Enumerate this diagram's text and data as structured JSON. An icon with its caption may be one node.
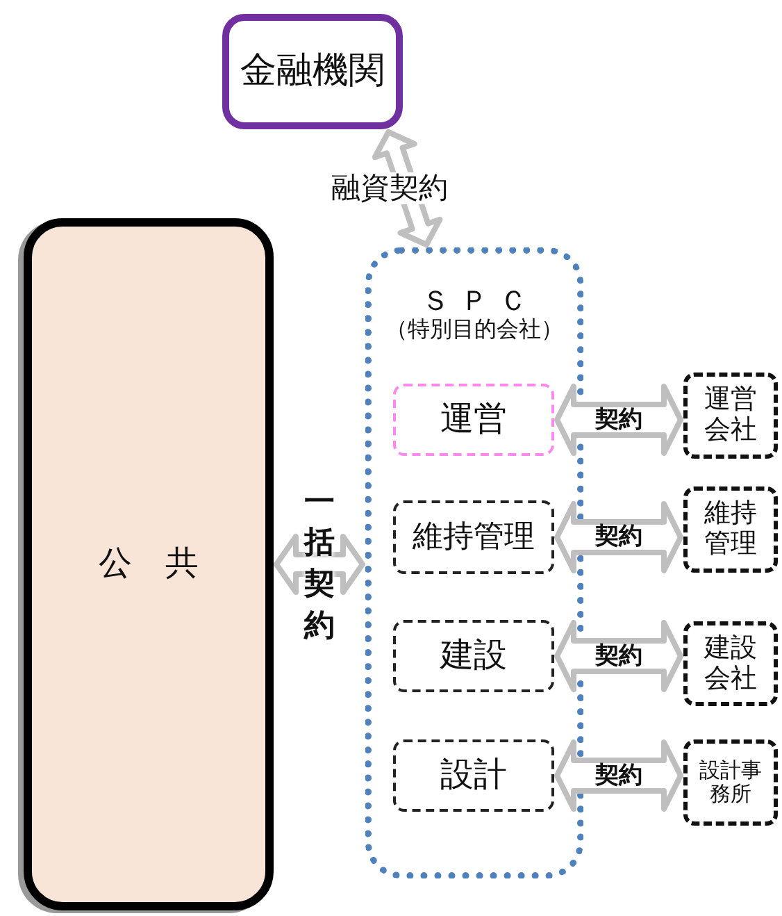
{
  "diagram": {
    "nodes": [
      {
        "text": [
          "金融機関"
        ]
      },
      {
        "text": [
          "公共"
        ]
      },
      {
        "text": [
          "ＳＰＣ",
          "（特別目的会社）"
        ]
      },
      {
        "text": [
          "運営"
        ],
        "in": 2
      },
      {
        "text": [
          "維持管理"
        ],
        "in": 2
      },
      {
        "text": [
          "建設"
        ],
        "in": 2
      },
      {
        "text": [
          "設計"
        ],
        "in": 2
      },
      {
        "text": [
          "運営会社"
        ]
      },
      {
        "text": [
          "維持管理"
        ]
      },
      {
        "text": [
          "建設会社"
        ]
      },
      {
        "text": [
          "設計事務所"
        ]
      }
    ],
    "edges": [
      {
        "from": 0,
        "to": 2,
        "arrow": "both",
        "label": "融資契約"
      },
      {
        "from": 1,
        "to": 2,
        "arrow": "both",
        "label": "一括契約"
      },
      {
        "from": 3,
        "to": 7,
        "arrow": "both",
        "label": "契約"
      },
      {
        "from": 4,
        "to": 8,
        "arrow": "both",
        "label": "契約"
      },
      {
        "from": 5,
        "to": 9,
        "arrow": "both",
        "label": "契約"
      },
      {
        "from": 6,
        "to": 10,
        "arrow": "both",
        "label": "契約"
      }
    ]
  }
}
